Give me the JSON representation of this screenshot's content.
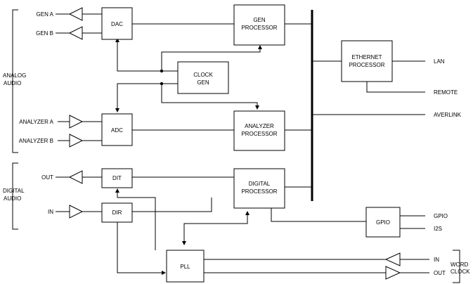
{
  "blocks": {
    "dac": "DAC",
    "adc": "ADC",
    "dit": "DIT",
    "dir": "DIR",
    "pll": "PLL",
    "gpio": "GPIO",
    "gen_processor": [
      "GEN",
      "PROCESSOR"
    ],
    "clock_gen": [
      "CLOCK",
      "GEN"
    ],
    "analyzer_processor": [
      "ANALYZER",
      "PROCESSOR"
    ],
    "digital_processor": [
      "DIGITAL",
      "PROCESSOR"
    ],
    "ethernet_processor": [
      "ETHERNET",
      "PROCESSOR"
    ]
  },
  "ports": {
    "gen_a": "GEN A",
    "gen_b": "GEN B",
    "analyzer_a": "ANALYZER A",
    "analyzer_b": "ANALYZER B",
    "digital_out": "OUT",
    "digital_in": "IN",
    "lan": "LAN",
    "remote": "REMOTE",
    "averlink": "AVERLINK",
    "gpio_out": "GPIO",
    "i2s": "I2S",
    "word_clock_in": "IN",
    "word_clock_out": "OUT"
  },
  "groups": {
    "analog_audio": [
      "ANALOG",
      "AUDIO"
    ],
    "digital_audio": [
      "DIGITAL",
      "AUDIO"
    ],
    "word_clock": [
      "WORD",
      "CLOCK"
    ]
  }
}
